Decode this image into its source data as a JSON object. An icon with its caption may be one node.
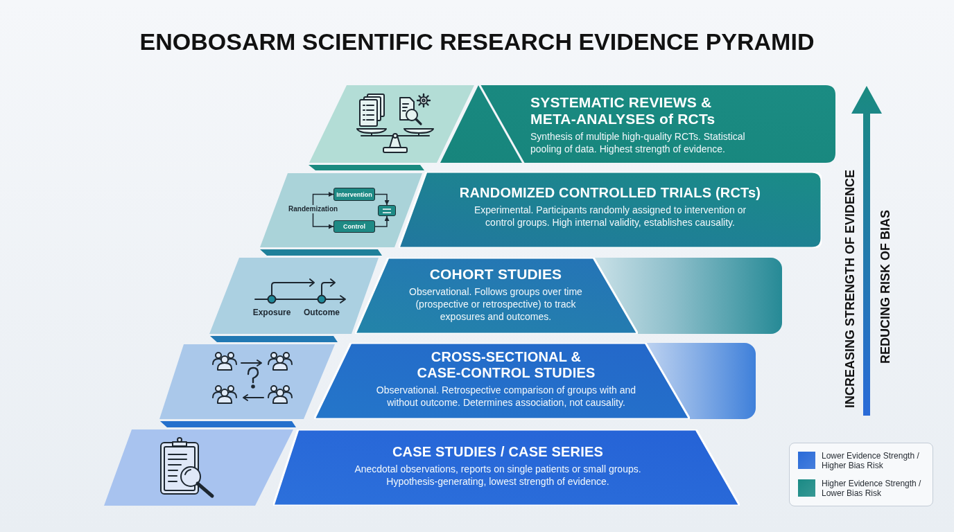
{
  "diagram": {
    "title": "ENOBOSARM SCIENTIFIC RESEARCH EVIDENCE PYRAMID",
    "nodes": [
      {
        "text": [
          "SYSTEMATIC REVIEWS & META-ANALYSES of RCTs",
          "Synthesis of multiple high-quality RCTs. Statistical pooling of data. Highest strength of evidence."
        ]
      },
      {
        "text": [
          "Intervention"
        ]
      },
      {
        "text": [
          "Randemization"
        ]
      },
      {
        "text": [],
        "shape": "box"
      },
      {
        "text": [
          "Control"
        ]
      },
      {
        "text": [
          "RANDOMIZED CONTROLLED TRIALS (RCTs)",
          "Experimental. Participants randomly assigned to intervention or control groups. High internal validity, establishes causality."
        ]
      },
      {
        "text": [
          "COHORT STUDIES",
          "Observational. Follows groups over time (prospective or retrospective) to track exposures and outcomes."
        ]
      },
      {
        "text": [
          "CROSS-SECTIONAL & CASE-CONTROL STUDIES",
          "Observational. Retrospective comparison of groups with and without outcome. Determines association, not causality."
        ]
      },
      {
        "text": [
          "CASE STUDIES / CASE SERIES",
          "Anecdotal observations, reports on single patients or small groups. Hypothesis-generating, lowest strength of evidence."
        ]
      }
    ],
    "edges": [
      {
        "from": 2,
        "to": 1,
        "arrow": "to"
      },
      {
        "from": 2,
        "to": 4,
        "arrow": "to"
      },
      {
        "from": 1,
        "to": 3,
        "arrow": "to"
      },
      {
        "from": 4,
        "to": 3,
        "arrow": "to"
      }
    ],
    "labels": [
      "Exposure",
      "Outcome",
      "INCREASING STRENGTH OF EVIDENCE",
      "REDUCING RISK OF BIAS"
    ],
    "legend": [
      {
        "text": "Lower Evidence Strength / Higher Bias Risk",
        "color": "#2a6bd8"
      },
      {
        "text": "Higher Evidence Strength / Lower Bias Risk",
        "color": "#1a8a85"
      }
    ]
  }
}
